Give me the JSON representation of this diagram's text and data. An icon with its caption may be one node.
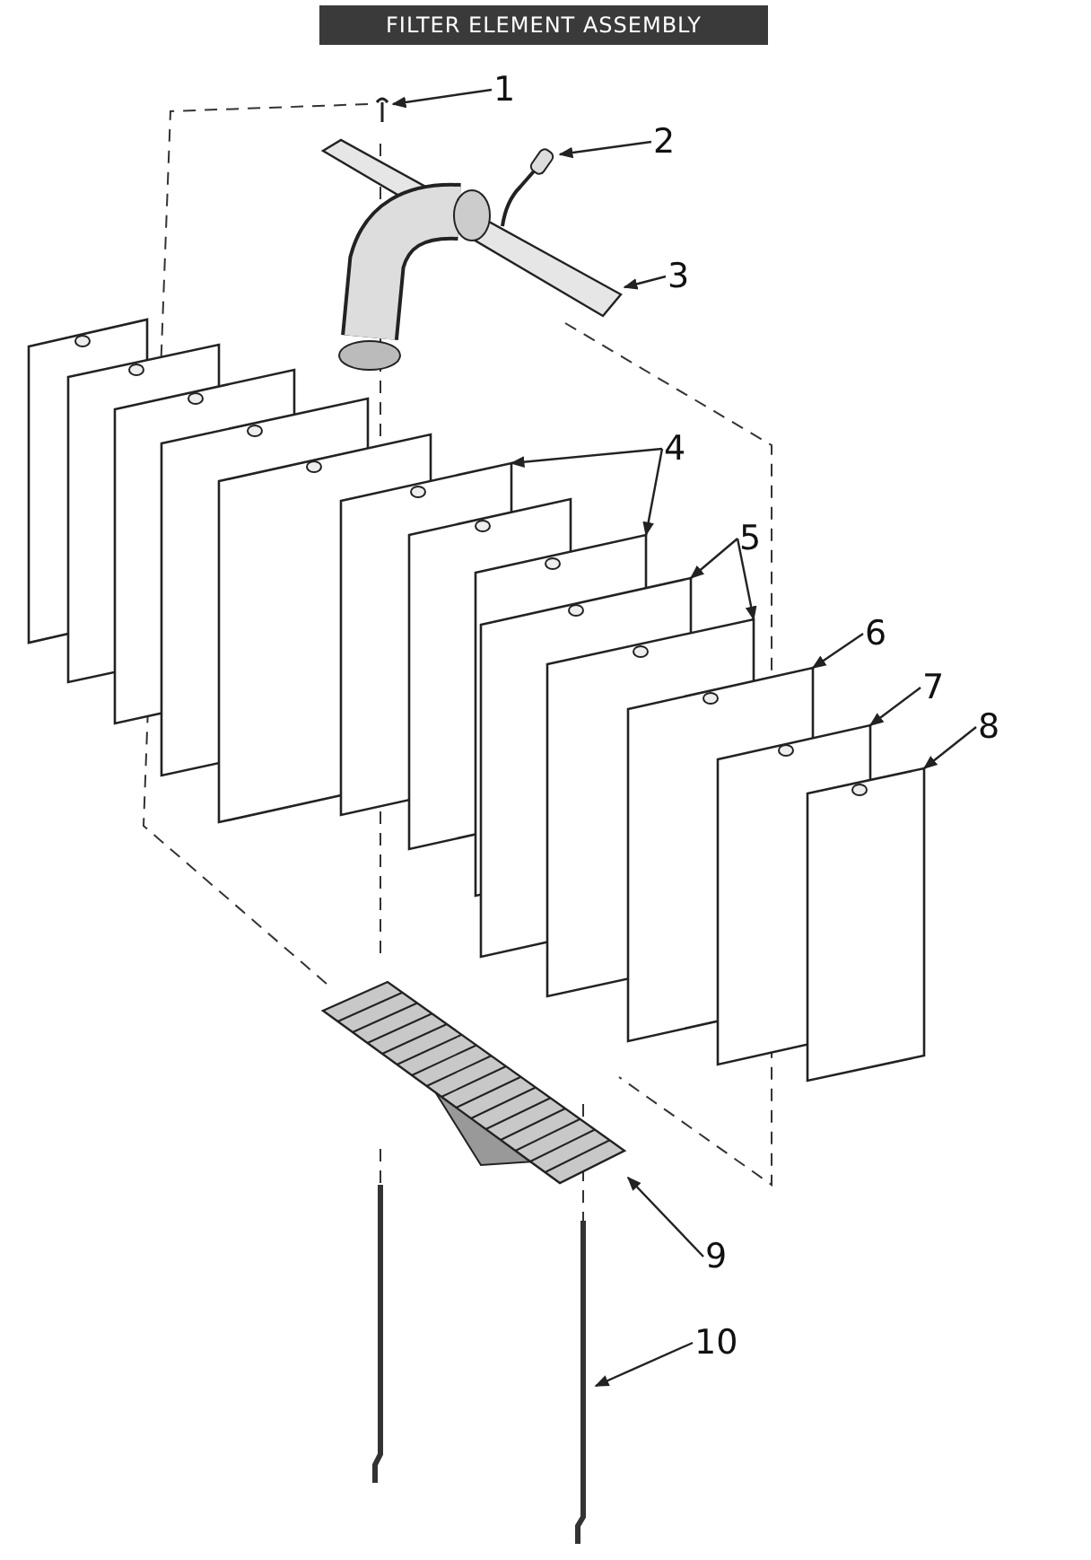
{
  "diagram": {
    "title": "FILTER ELEMENT ASSEMBLY",
    "nodes": [
      {
        "text": [
          "1"
        ]
      },
      {
        "text": [],
        "shape": "picture"
      },
      {
        "text": [
          "2"
        ]
      },
      {
        "text": [],
        "shape": "picture"
      },
      {
        "text": [
          "3"
        ]
      },
      {
        "text": [],
        "shape": "picture"
      },
      {
        "text": [
          "4"
        ]
      },
      {
        "text": [],
        "shape": "picture"
      },
      {
        "text": [],
        "shape": "picture"
      },
      {
        "text": [
          "5"
        ]
      },
      {
        "text": [],
        "shape": "picture"
      },
      {
        "text": [],
        "shape": "picture"
      },
      {
        "text": [
          "6"
        ]
      },
      {
        "text": [],
        "shape": "picture"
      },
      {
        "text": [
          "7"
        ]
      },
      {
        "text": [],
        "shape": "picture"
      },
      {
        "text": [
          "8"
        ]
      },
      {
        "text": [],
        "shape": "picture"
      },
      {
        "text": [
          "9"
        ]
      },
      {
        "text": [],
        "shape": "picture"
      },
      {
        "text": [
          "10"
        ]
      },
      {
        "text": [],
        "shape": "picture"
      },
      {
        "text": [],
        "shape": "picture"
      },
      {
        "text": [],
        "shape": "picture"
      },
      {
        "text": [],
        "shape": "picture"
      },
      {
        "text": [],
        "shape": "picture"
      },
      {
        "text": [],
        "shape": "picture"
      },
      {
        "text": [],
        "shape": "picture"
      }
    ],
    "edges": [
      {
        "from": 0,
        "to": 1,
        "arrow": "to"
      },
      {
        "from": 2,
        "to": 3,
        "arrow": "to"
      },
      {
        "from": 4,
        "to": 5,
        "arrow": "to"
      },
      {
        "from": 6,
        "to": 7,
        "arrow": "to"
      },
      {
        "from": 6,
        "to": 8,
        "arrow": "to"
      },
      {
        "from": 9,
        "to": 10,
        "arrow": "to"
      },
      {
        "from": 9,
        "to": 11,
        "arrow": "to"
      },
      {
        "from": 12,
        "to": 13,
        "arrow": "to"
      },
      {
        "from": 14,
        "to": 15,
        "arrow": "to"
      },
      {
        "from": 16,
        "to": 17,
        "arrow": "to"
      },
      {
        "from": 18,
        "to": 19,
        "arrow": "to"
      },
      {
        "from": 20,
        "to": 21,
        "arrow": "to"
      }
    ]
  }
}
